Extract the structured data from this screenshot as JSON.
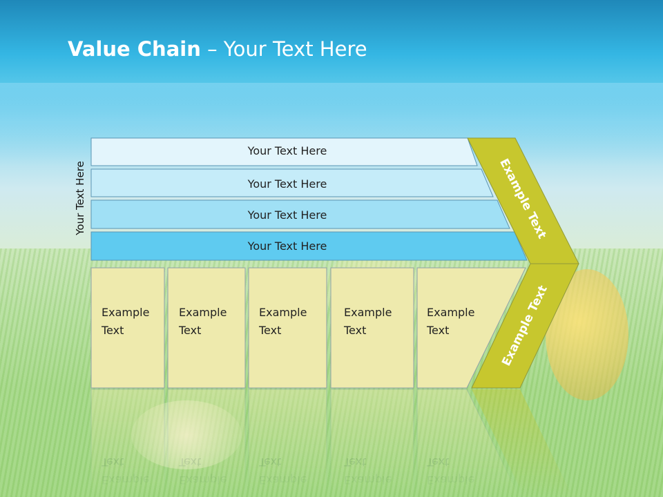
{
  "slide": {
    "title_bold": "Value Chain",
    "title_rest": " – Your Text Here",
    "side_label": "Your Text Here"
  },
  "bands": [
    "Your Text Here",
    "Your Text Here",
    "Your Text Here",
    "Your Text Here"
  ],
  "columns": [
    [
      "Example",
      "Text"
    ],
    [
      "Example",
      "Text"
    ],
    [
      "Example",
      "Text"
    ],
    [
      "Example",
      "Text"
    ],
    [
      "Example",
      "Text"
    ]
  ],
  "arrow": {
    "upper_label": "Example Text",
    "lower_label": "Example Text"
  },
  "colors": {
    "band_1": "#e3f5fc",
    "band_2": "#c5ecf9",
    "band_3": "#a0e0f5",
    "band_4": "#5fcbf0",
    "column_fill": "#eeeaad",
    "arrow_fill": "#c7c72e"
  }
}
